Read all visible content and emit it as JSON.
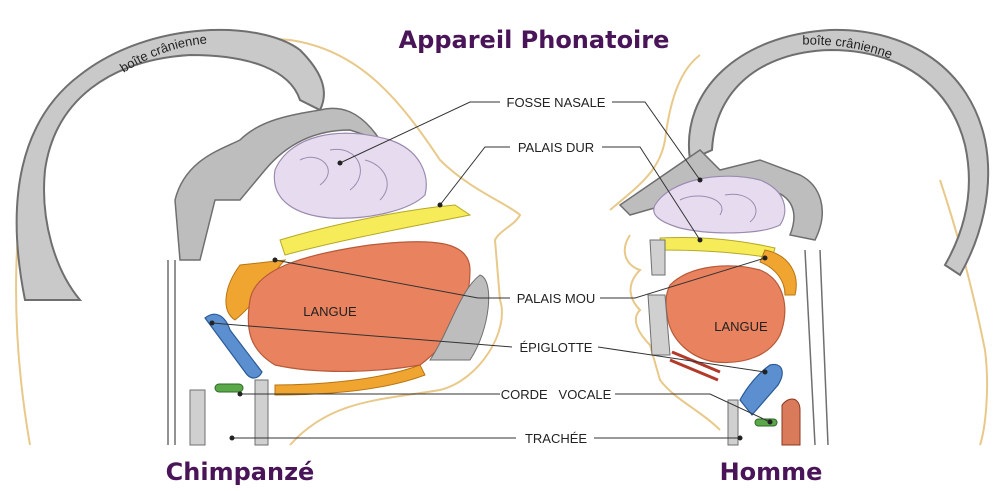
{
  "title": "Appareil Phonatoire",
  "captions": {
    "left": "Chimpanzé",
    "right": "Homme"
  },
  "skull_label": "boîte crânienne",
  "tongue_label": "LANGUE",
  "structures": [
    {
      "key": "fosse_nasale",
      "label": "FOSSE NASALE"
    },
    {
      "key": "palais_dur",
      "label": "PALAIS DUR"
    },
    {
      "key": "palais_mou",
      "label": "PALAIS MOU"
    },
    {
      "key": "epiglotte",
      "label": "ÉPIGLOTTE"
    },
    {
      "key": "corde_vocale",
      "label": "CORDE   VOCALE"
    },
    {
      "key": "trachee",
      "label": "TRACHÉE"
    }
  ],
  "colors": {
    "title": "#4a1458",
    "bone": "#b9b9b9",
    "bone_stroke": "#6f6f6f",
    "nasal": "#e7dcef",
    "tongue": "#e9825e",
    "palate_hard": "#f6ec5a",
    "palate_soft": "#f0a531",
    "epiglottis": "#5b8fd0",
    "vocal_cord": "#5aa84a",
    "skin": "#f3d9a6"
  }
}
